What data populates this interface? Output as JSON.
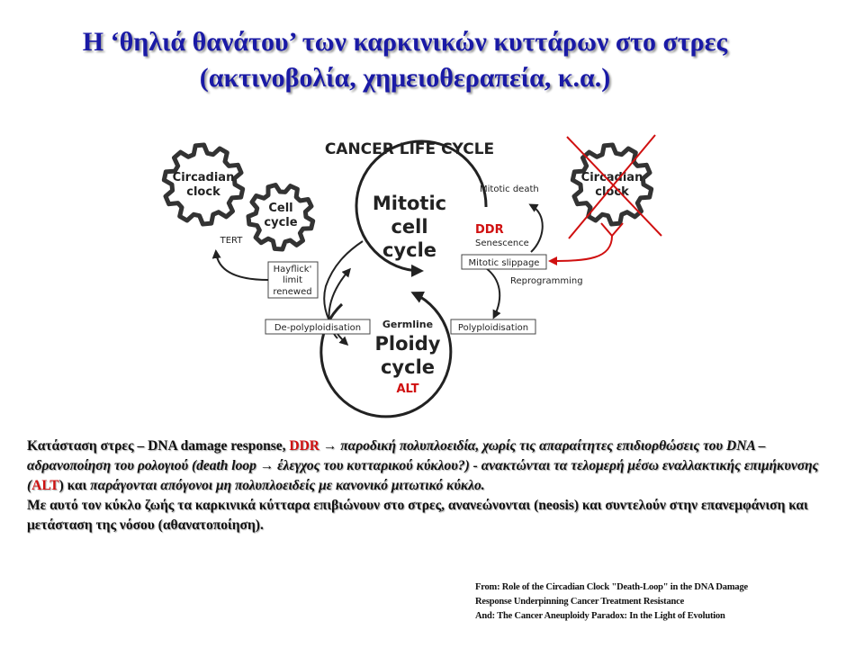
{
  "title": {
    "line1": "Η ‘θηλιά θανάτου’ των καρκινικών κυττάρων στο στρες",
    "line2": "(ακτινοβολία, χημειοθεραπεία, κ.α.)"
  },
  "diagram": {
    "heading": "CANCER LIFE CYCLE",
    "gear_circadian_left": [
      "Circadian",
      "clock"
    ],
    "gear_cell_cycle": [
      "Cell",
      "cycle"
    ],
    "gear_circadian_right": [
      "Circadian",
      "clock"
    ],
    "tert": "TERT",
    "mitotic_cycle": [
      "Mitotic",
      "cell",
      "cycle"
    ],
    "ploidy_cycle_small": "Germline",
    "ploidy_cycle": [
      "Ploidy",
      "cycle"
    ],
    "alt": "ALT",
    "ddr": "DDR",
    "senescence": "Senescence",
    "mitotic_death": "Mitotic death",
    "mitotic_slippage": "Mitotic slippage",
    "reprogramming": "Reprogramming",
    "hayflick": [
      "Hayflick'",
      "limit",
      "renewed"
    ],
    "depolyploidisation": "De-polyploidisation",
    "polyploidisation": "Polyploidisation",
    "colors": {
      "red": "#d01010",
      "dark": "#222222",
      "title_blue": "#1a1aa6"
    }
  },
  "body": {
    "p1_a": "Κατάσταση στρες – DNA damage response, ",
    "p1_ddr": "DDR",
    "p1_arrow": "  → ",
    "p1_b": "παροδική πολυπλοειδία, χωρίς τις απαραίτητες επιδιορθώσεις του DNA – αδρανοποίηση του ρολογιού (death loop",
    "p1_arrow2": " → ",
    "p1_c": " έλεγχος του κυτταρικού κύκλου?) - ανακτώνται τα τελομερή μέσω εναλλακτικής επιμήκυνσης (",
    "p1_alt": "ALT",
    "p1_d": ") και ",
    "p1_e": "παράγονται απόγονοι μη πολυπλοειδείς με κανονικό μιτωτικό κύκλο.",
    "p2": "Με αυτό τον κύκλο ζωής τα καρκινικά κύτταρα επιβιώνουν στο στρες, ανανεώνονται (neosis) και συντελούν στην επανεμφάνιση και μετάσταση της νόσου (αθανατοποίηση)."
  },
  "refs": {
    "line1": "From: Role of the Circadian Clock \"Death-Loop\" in the DNA  Damage",
    "line2": "Response Underpinning Cancer Treatment Resistance",
    "line3": "And: The Cancer Aneuploidy Paradox: In the Light of Evolution"
  }
}
